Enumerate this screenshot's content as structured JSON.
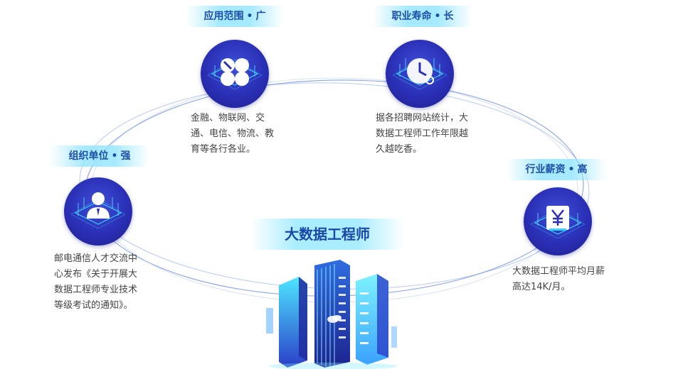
{
  "title": "大数据工程师",
  "cards": [
    {
      "tag": "应用范围",
      "suffix": "广",
      "desc": "金融、物联网、交通、电信、物流、教育等各行各业。",
      "icon": "chain-link-icon"
    },
    {
      "tag": "职业寿命",
      "suffix": "长",
      "desc": "据各招聘网站统计，大数据工程师工作年限越久越吃香。",
      "icon": "clock-icon"
    },
    {
      "tag": "组织单位",
      "suffix": "强",
      "desc": "邮电通信人才交流中心发布《关于开展大数据工程师专业技术等级考试的通知》。",
      "icon": "person-icon"
    },
    {
      "tag": "行业薪资",
      "suffix": "高",
      "desc": "大数据工程师平均月薪高达14K/月。",
      "icon": "yuan-icon"
    }
  ],
  "separator": "•",
  "colors": {
    "tag_text": "#1e4fa8",
    "badge": "#2a2fb5",
    "accent": "#39d1ff"
  }
}
